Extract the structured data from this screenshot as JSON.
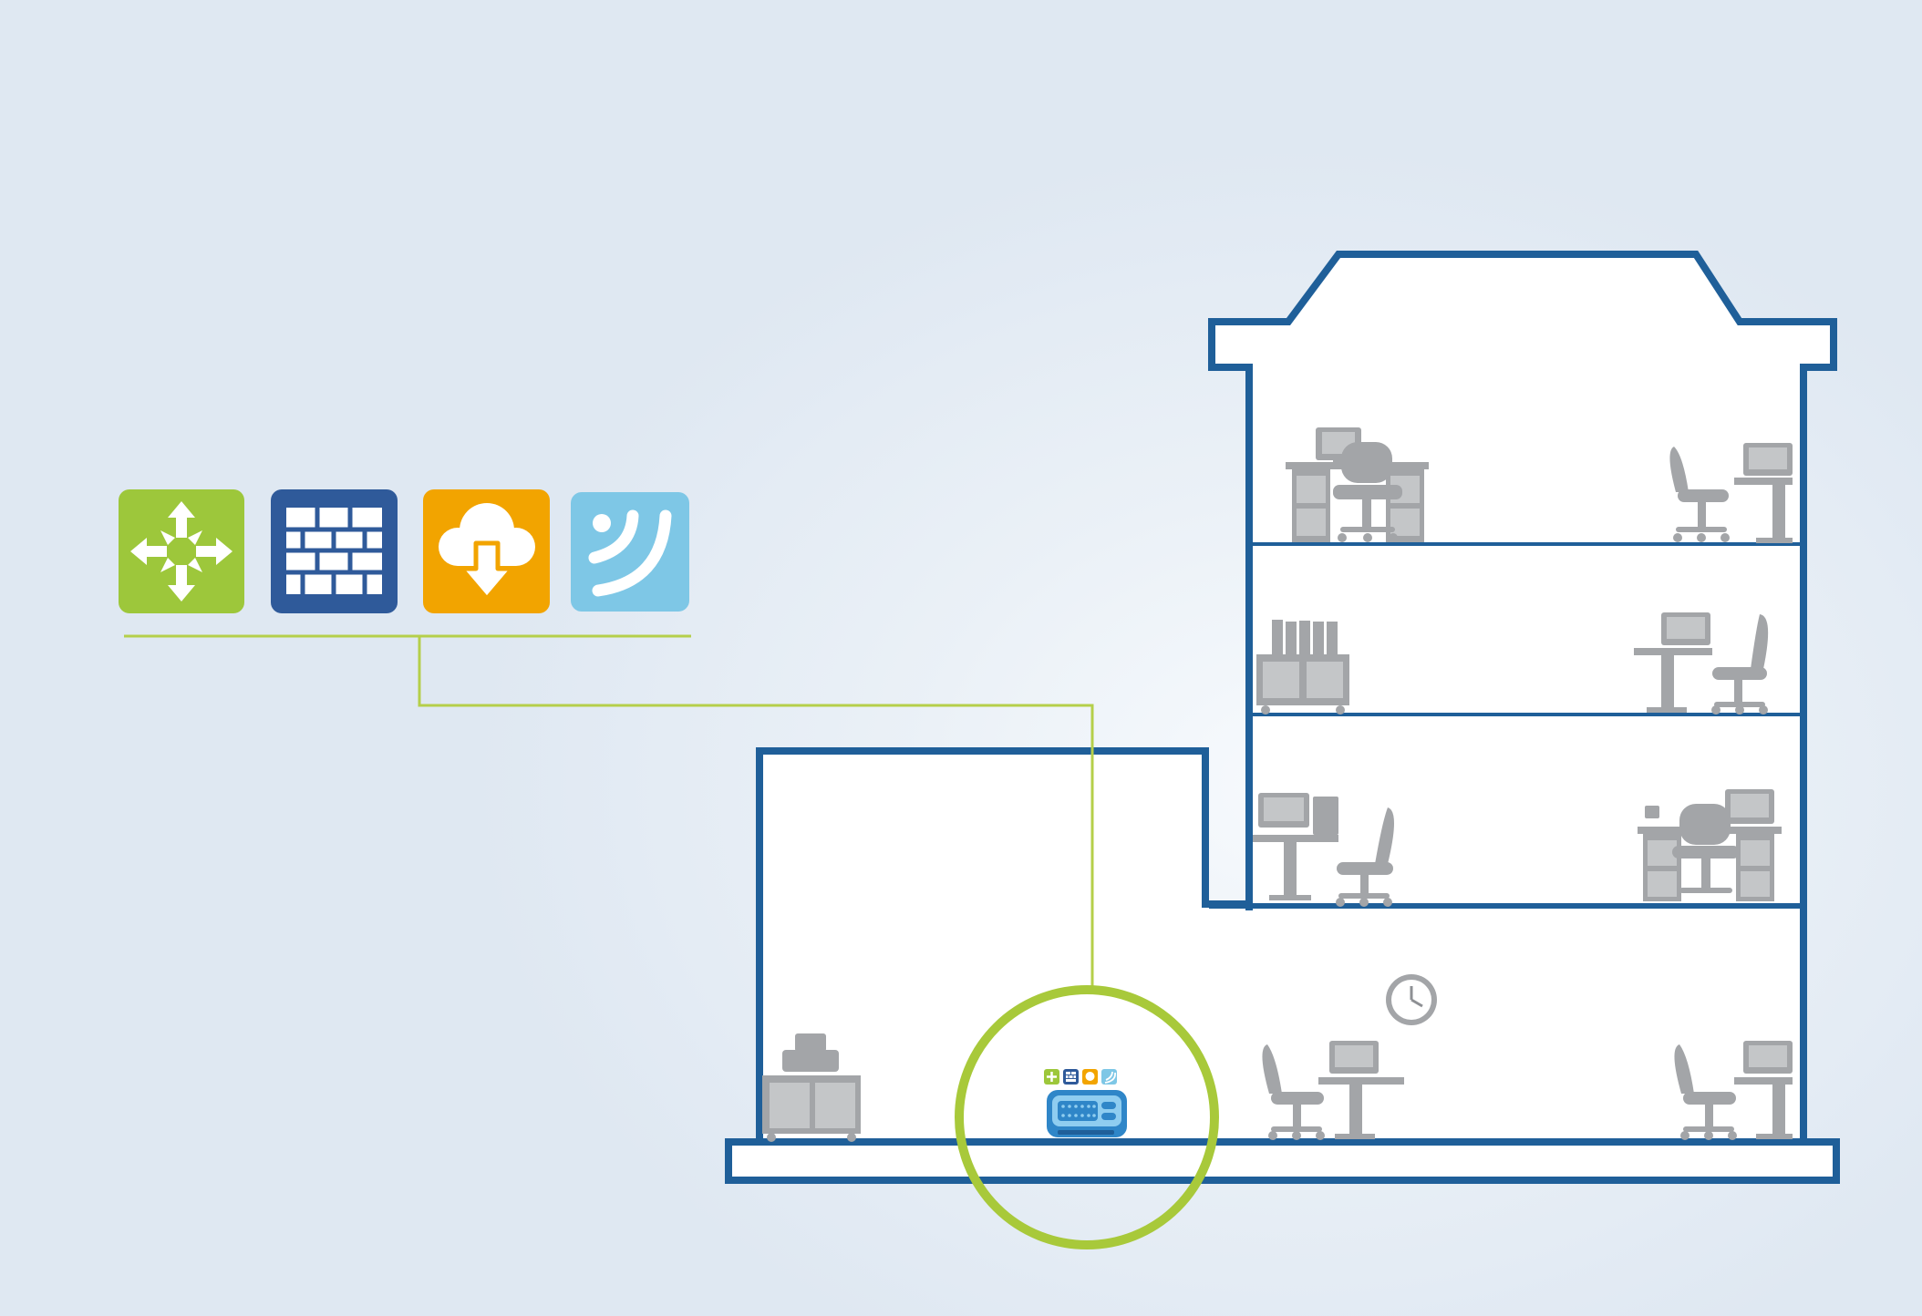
{
  "colors": {
    "background": "#e3ebf4",
    "building_outline": "#1f5f99",
    "building_fill": "#ffffff",
    "connector_line": "#b5cf4a",
    "highlight_ring": "#a8c93a",
    "furniture": "#a3a5a8",
    "furniture_dark": "#8e9094"
  },
  "service_icons": [
    {
      "name": "routing-icon",
      "color": "#9dc73b"
    },
    {
      "name": "firewall-icon",
      "color": "#2f5a9a"
    },
    {
      "name": "cloud-download-icon",
      "color": "#f2a400"
    },
    {
      "name": "wireless-icon",
      "color": "#7ec7e6"
    }
  ],
  "device": {
    "name": "unified-gateway-device",
    "body_color": "#2f86c8",
    "face_color": "#8fcdf0"
  },
  "furniture_items": [
    "desk-with-monitor",
    "office-chair",
    "bookshelf",
    "desk-with-pc",
    "printer-cabinet",
    "wall-clock"
  ]
}
